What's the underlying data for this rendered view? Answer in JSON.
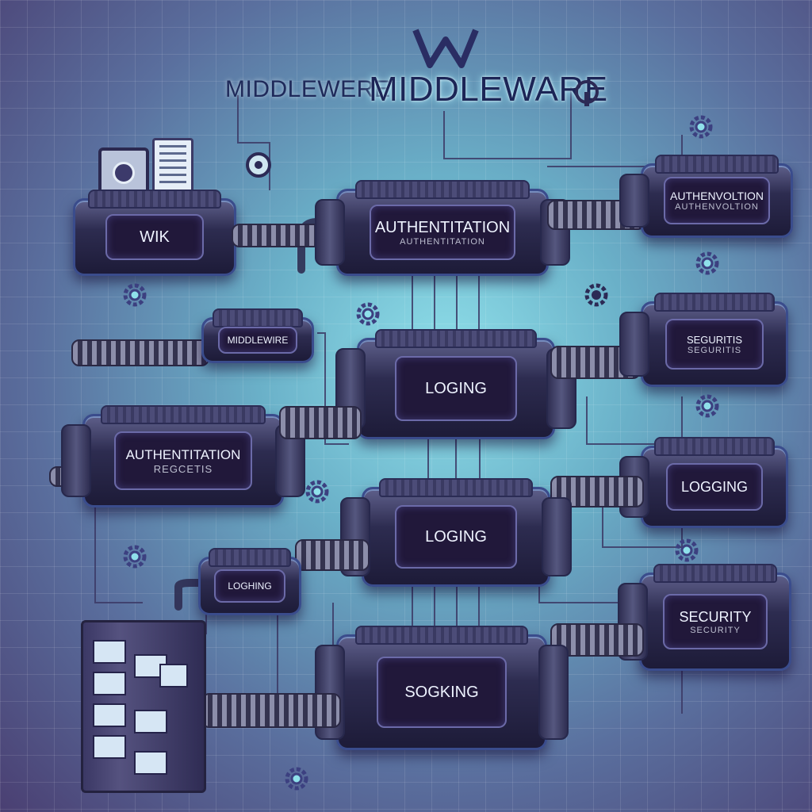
{
  "header": {
    "logo_text": "W",
    "title_left": "MIDDLEWERE",
    "title_main": "MIDDLEWARE"
  },
  "modules": {
    "auth_top": {
      "main": "AUTHENTITATION",
      "sub": "AUTHENTITATION"
    },
    "right_top": {
      "main": "AUTHENVOLTION",
      "sub": "AUTHENVOLTION"
    },
    "left_box": {
      "main": "WIK"
    },
    "middle_small": {
      "main": "MIDDLEWIRE"
    },
    "logging_1": {
      "main": "LOGING"
    },
    "security_right": {
      "main": "SEGURITIS",
      "sub": "SEGURITIS"
    },
    "auth_left": {
      "main": "AUTHENTITATION",
      "sub": "REGCETIS"
    },
    "logging_right": {
      "main": "LOGGING"
    },
    "logging_2": {
      "main": "LOGING"
    },
    "logging_small": {
      "main": "LOGHING"
    },
    "security": {
      "main": "SECURITY",
      "sub": "SECURITY"
    },
    "sogking": {
      "main": "SOGKING"
    }
  },
  "colors": {
    "accent": "#3a4c8c",
    "module_dark": "#21183a",
    "background_glow": "#8fe0ea"
  },
  "icons": [
    "gear-icon",
    "document-icon",
    "camera-icon",
    "server-icon",
    "lock-icon"
  ]
}
